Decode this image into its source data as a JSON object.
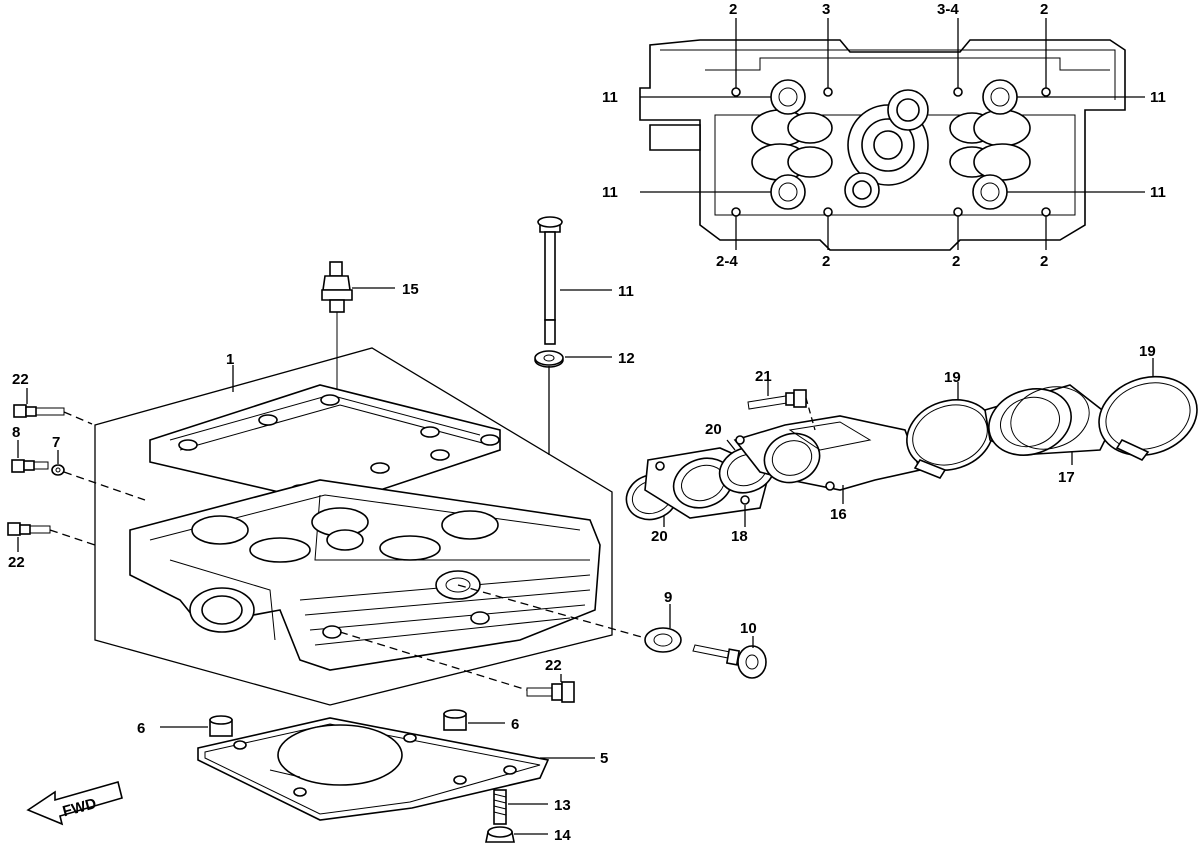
{
  "diagram": {
    "fwd_label": "FWD",
    "top_view": {
      "callouts_top": [
        "2",
        "3",
        "3-4",
        "2"
      ],
      "callouts_left": [
        "11",
        "11"
      ],
      "callouts_right": [
        "11",
        "11"
      ],
      "callouts_bottom": [
        "2-4",
        "2",
        "2",
        "2"
      ]
    },
    "parts": {
      "p1": "1",
      "p5": "5",
      "p6a": "6",
      "p6b": "6",
      "p7": "7",
      "p8": "8",
      "p9": "9",
      "p10": "10",
      "p11": "11",
      "p12": "12",
      "p13": "13",
      "p14": "14",
      "p15": "15",
      "p16": "16",
      "p17": "17",
      "p18": "18",
      "p19a": "19",
      "p19b": "19",
      "p20a": "20",
      "p20b": "20",
      "p21": "21",
      "p22a": "22",
      "p22b": "22",
      "p22c": "22"
    }
  }
}
